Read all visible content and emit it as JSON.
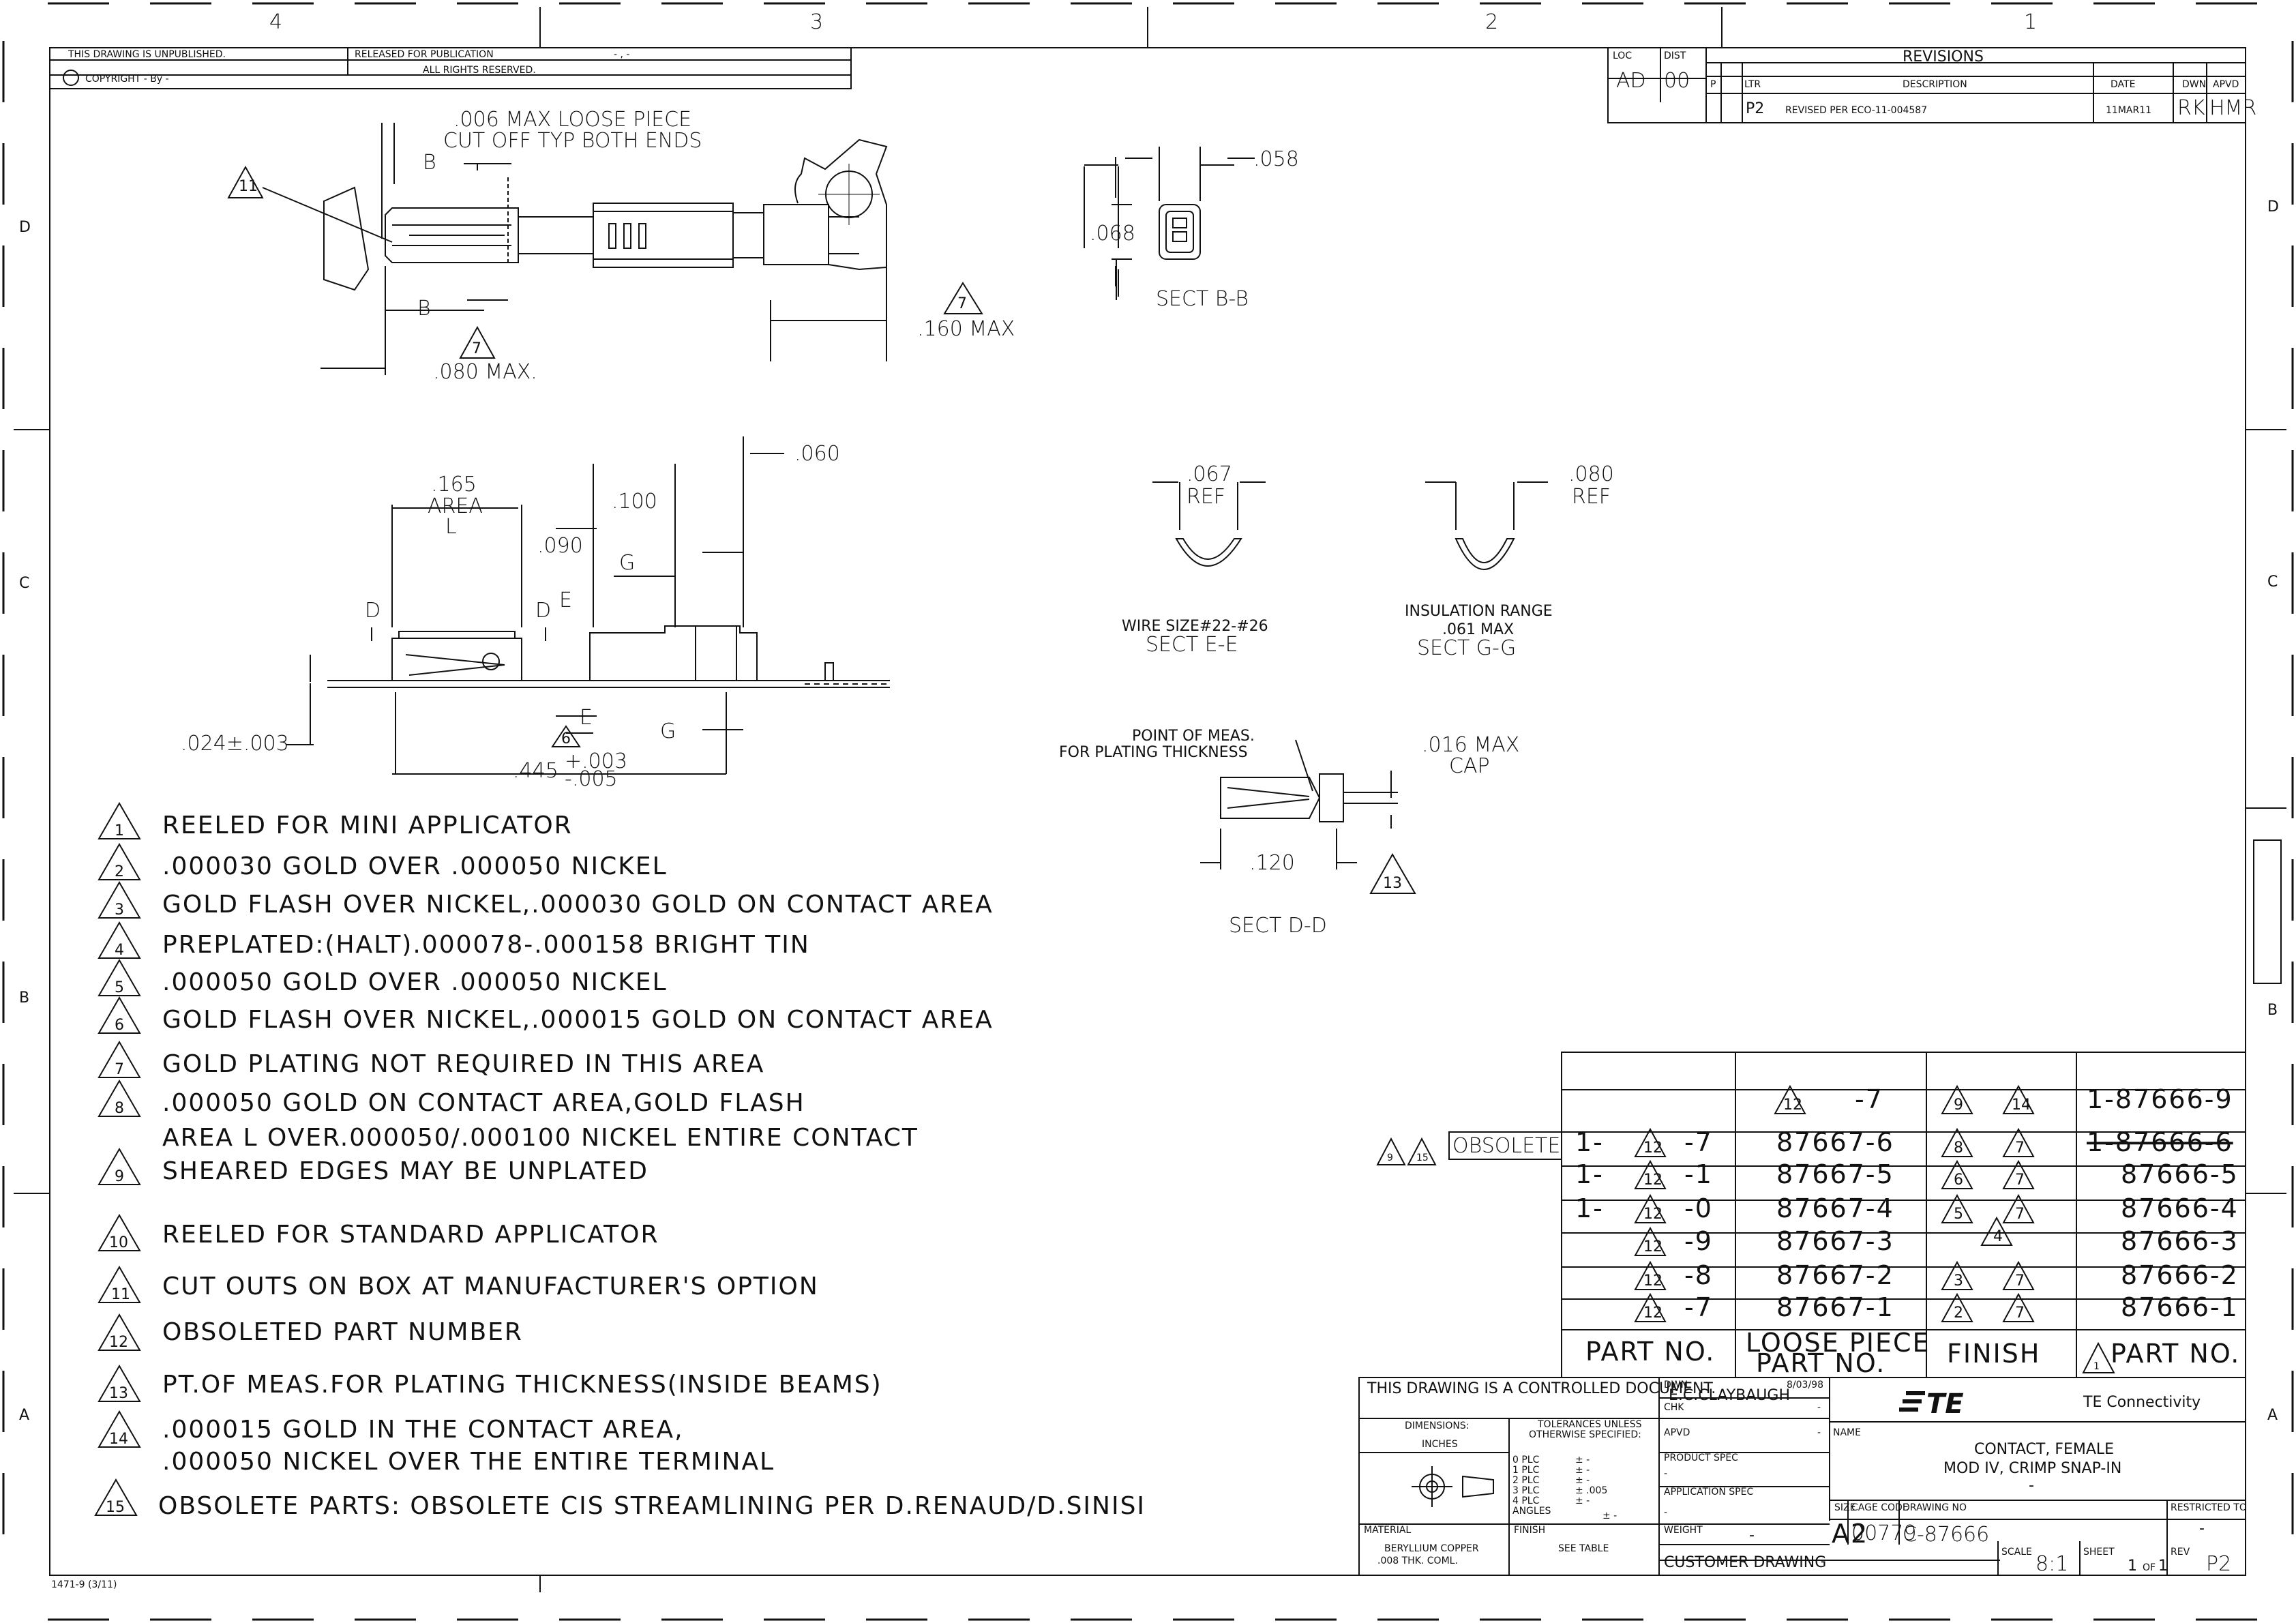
{
  "border": {
    "col_labels": [
      "4",
      "3",
      "2",
      "1"
    ],
    "row_labels": [
      "D",
      "C",
      "B",
      "A"
    ]
  },
  "top_left": {
    "unpublished": "THIS DRAWING IS UNPUBLISHED.",
    "released": "RELEASED FOR PUBLICATION",
    "dashes": "- , -",
    "copyright": "COPYRIGHT  -     By  -",
    "rights": "ALL RIGHTS RESERVED."
  },
  "revisions": {
    "loc_label": "LOC",
    "dist_label": "DIST",
    "loc": "AD",
    "dist": "00",
    "title": "REVISIONS",
    "headers": [
      "P",
      "LTR",
      "DESCRIPTION",
      "DATE",
      "DWN",
      "APVD"
    ],
    "row": {
      "ltr": "P2",
      "description": "REVISED PER ECO-11-004587",
      "date": "11MAR11",
      "dwn": "RK",
      "apvd": "HMR"
    }
  },
  "views": {
    "top_note_1": ".006 MAX LOOSE PIECE",
    "top_note_2": "CUT OFF TYP BOTH ENDS",
    "b": "B",
    "dim_080": ".080 MAX.",
    "dim_160": ".160 MAX",
    "tri_11": "11",
    "tri_7": "7",
    "sect_bb": "SECT B-B",
    "dim_058": ".058",
    "dim_068": ".068",
    "dim_165": ".165",
    "area": "AREA",
    "l": "L",
    "dim_100": ".100",
    "dim_090": ".090",
    "dim_060": ".060",
    "d": "D",
    "e": "E",
    "g": "G",
    "dim_024": ".024±.003",
    "dim_445": ".445",
    "tol_plus": "+.003",
    "tol_minus": "-.005",
    "tri_6": "6",
    "dim_067": ".067",
    "ref": "REF",
    "dim_080ref": ".080",
    "wire_size": "WIRE SIZE#22-#26",
    "sect_ee": "SECT E-E",
    "ins_range": "INSULATION RANGE",
    "ins_max": ".061 MAX",
    "sect_gg": "SECT G-G",
    "point_meas": "POINT OF MEAS.",
    "for_plating": "FOR PLATING THICKNESS",
    "dim_016": ".016 MAX",
    "cap": "CAP",
    "dim_120": ".120",
    "tri_13": "13",
    "sect_dd": "SECT D-D"
  },
  "notes": [
    {
      "n": "1",
      "text": "REELED FOR MINI APPLICATOR"
    },
    {
      "n": "2",
      "text": ".000030 GOLD OVER .000050 NICKEL"
    },
    {
      "n": "3",
      "text": "GOLD FLASH OVER NICKEL,.000030 GOLD ON CONTACT AREA"
    },
    {
      "n": "4",
      "text": "PREPLATED:(HALT).000078-.000158 BRIGHT TIN"
    },
    {
      "n": "5",
      "text": ".000050 GOLD OVER .000050 NICKEL"
    },
    {
      "n": "6",
      "text": "GOLD FLASH OVER NICKEL,.000015 GOLD ON CONTACT AREA"
    },
    {
      "n": "7",
      "text": "GOLD PLATING NOT REQUIRED IN THIS AREA"
    },
    {
      "n": "8",
      "text": ".000050 GOLD ON CONTACT AREA,GOLD FLASH"
    },
    {
      "n": "",
      "text": "AREA L OVER.000050/.000100 NICKEL ENTIRE CONTACT"
    },
    {
      "n": "9",
      "text": "SHEARED EDGES MAY BE UNPLATED"
    },
    {
      "n": "10",
      "text": "REELED FOR STANDARD APPLICATOR"
    },
    {
      "n": "11",
      "text": "CUT OUTS ON BOX AT MANUFACTURER'S OPTION"
    },
    {
      "n": "12",
      "text": "OBSOLETED PART NUMBER"
    },
    {
      "n": "13",
      "text": "PT.OF MEAS.FOR PLATING THICKNESS(INSIDE BEAMS)"
    },
    {
      "n": "14",
      "text": ".000015 GOLD IN THE CONTACT AREA,"
    },
    {
      "n": "",
      "text": ".000050 NICKEL OVER THE ENTIRE TERMINAL"
    },
    {
      "n": "15",
      "text": "OBSOLETE PARTS: OBSOLETE CIS STREAMLINING PER D.RENAUD/D.SINISI"
    }
  ],
  "table": {
    "obsolete_label": "OBSOLETE",
    "obsolete_tri_a": "9",
    "obsolete_tri_b": "15",
    "headers": [
      "PART NO.",
      "LOOSE PIECE",
      "PART NO.",
      "FINISH",
      "PART NO."
    ],
    "header_tri": "1",
    "rows": [
      {
        "prefix": "",
        "tri": "",
        "suffix": "",
        "loose_tri": "12",
        "loose": "-7",
        "fin_a": "9",
        "fin_b": "14",
        "part": "1-87666-9"
      },
      {
        "prefix": "1-",
        "tri": "12",
        "suffix": "-7",
        "loose_tri": "",
        "loose": "87667-6",
        "fin_a": "8",
        "fin_b": "7",
        "part": "1-87666-6"
      },
      {
        "prefix": "1-",
        "tri": "12",
        "suffix": "-1",
        "loose_tri": "",
        "loose": "87667-5",
        "fin_a": "6",
        "fin_b": "7",
        "part": "87666-5"
      },
      {
        "prefix": "1-",
        "tri": "12",
        "suffix": "-0",
        "loose_tri": "",
        "loose": "87667-4",
        "fin_a": "5",
        "fin_b": "7",
        "part": "87666-4"
      },
      {
        "prefix": "",
        "tri": "12",
        "suffix": "-9",
        "loose_tri": "",
        "loose": "87667-3",
        "fin_a": "4",
        "fin_b": "",
        "part": "87666-3"
      },
      {
        "prefix": "",
        "tri": "12",
        "suffix": "-8",
        "loose_tri": "",
        "loose": "87667-2",
        "fin_a": "3",
        "fin_b": "7",
        "part": "87666-2"
      },
      {
        "prefix": "",
        "tri": "12",
        "suffix": "-7",
        "loose_tri": "",
        "loose": "87667-1",
        "fin_a": "2",
        "fin_b": "7",
        "part": "87666-1"
      }
    ]
  },
  "title_block": {
    "controlled": "THIS DRAWING IS A CONTROLLED DOCUMENT.",
    "dwn_label": "DWN",
    "dwn": "E.C.CLAYBAUGH",
    "dwn_date": "8/03/98",
    "chk_label": "CHK",
    "apvd_label": "APVD",
    "dash": "-",
    "dimensions": "DIMENSIONS:",
    "inches": "INCHES",
    "tolerances": "TOLERANCES UNLESS",
    "otherwise": "OTHERWISE SPECIFIED:",
    "plc": [
      "0 PLC",
      "1 PLC",
      "2 PLC",
      "3 PLC",
      "4 PLC",
      "ANGLES"
    ],
    "plc_vals": [
      "± -",
      "± -",
      "± -",
      "± .005",
      "± -",
      "± -"
    ],
    "product_spec": "PRODUCT SPEC",
    "application_spec": "APPLICATION SPEC",
    "weight": "WEIGHT",
    "material_label": "MATERIAL",
    "material_1": "BERYLLIUM COPPER",
    "material_2": ".008 THK. COML.",
    "finish_label": "FINISH",
    "finish": "SEE TABLE",
    "customer": "CUSTOMER DRAWING",
    "logo": "TE",
    "company": "TE Connectivity",
    "name_label": "NAME",
    "name_1": "CONTACT, FEMALE",
    "name_2": "MOD IV, CRIMP SNAP-IN",
    "size_label": "SIZE",
    "size": "A2",
    "cage_label": "CAGE CODE",
    "cage": "00779",
    "dwg_label": "DRAWING NO",
    "dwg": "C-87666",
    "restricted_label": "RESTRICTED TO",
    "scale_label": "SCALE",
    "scale": "8:1",
    "sheet_label": "SHEET",
    "sheet": "1",
    "of": "OF",
    "sheets": "1",
    "rev_label": "REV",
    "rev": "P2"
  },
  "form_no": "1471-9  (3/11)"
}
